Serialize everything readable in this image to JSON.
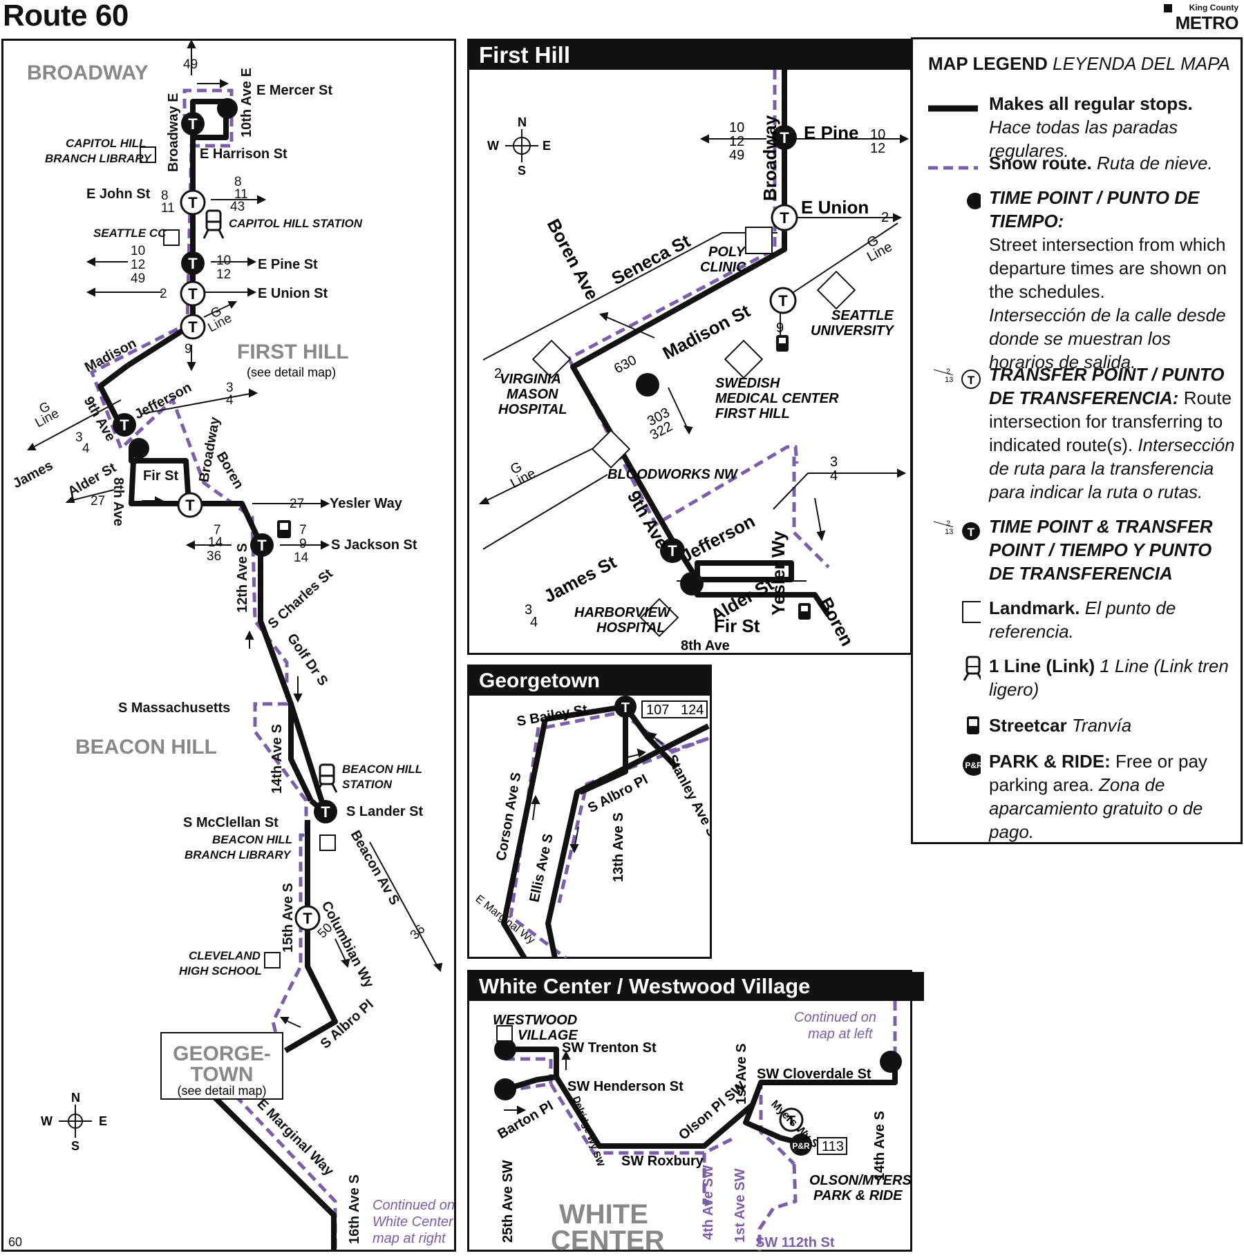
{
  "header": {
    "title": "Route 60",
    "agency_small": "King County",
    "agency_big": "METRO"
  },
  "page_number": "60",
  "colors": {
    "route": "#111111",
    "snow": "#7a5ea8",
    "landmark_text": "#888888"
  },
  "overview_map": {
    "neighborhoods": [
      "BROADWAY",
      "FIRST HILL",
      "BEACON HILL"
    ],
    "first_hill_note": "(see detail map)",
    "georgetown_box": {
      "title": "GEORGE-\nTOWN",
      "title_line1": "GEORGE-",
      "title_line2": "TOWN",
      "note": "(see detail map)"
    },
    "streets": [
      "E Mercer St",
      "10th Ave E",
      "Broadway E",
      "E Harrison St",
      "E John St",
      "E Pine St",
      "E Union St",
      "Madison",
      "9th Ave",
      "Jefferson",
      "James",
      "Alder St",
      "Fir St",
      "8th Ave",
      "Broadway",
      "Boren",
      "Yesler Way",
      "S Jackson St",
      "12th Ave S",
      "S Charles St",
      "Golf Dr S",
      "S Massachusetts",
      "14th Ave S",
      "S Lander St",
      "S McClellan St",
      "Beacon Av S",
      "15th Ave S",
      "Columbian Wy",
      "S Albro Pl",
      "E Marginal Way",
      "16th Ave S"
    ],
    "landmarks": [
      "CAPITOL HILL\nBRANCH LIBRARY",
      "SEATTLE CC",
      "CAPITOL HILL STATION",
      "BEACON HILL\nSTATION",
      "BEACON HILL\nBRANCH LIBRARY",
      "CLEVELAND\nHIGH SCHOOL"
    ],
    "transfer_labels": [
      "49",
      "8",
      "11",
      "8\n11\n43",
      "10\n12\n49",
      "10\n12",
      "2",
      "G\nLine",
      "9",
      "3\n4",
      "27",
      "7\n14\n36",
      "7\n9\n14",
      "50",
      "36"
    ],
    "continued": "Continued on\nWhite Center\nmap at right",
    "compass": {
      "n": "N",
      "s": "S",
      "e": "E",
      "w": "W"
    }
  },
  "first_hill_map": {
    "title": "First Hill",
    "streets": [
      "E Pine",
      "Broadway",
      "E Union",
      "Seneca St",
      "Boren Ave",
      "Madison St",
      "9th Ave",
      "James St",
      "Jefferson",
      "Alder St",
      "Fir St",
      "8th Ave",
      "Yesler Wy",
      "Boren",
      "G Line"
    ],
    "landmarks": [
      "POLY\nCLINIC",
      "SEATTLE\nUNIVERSITY",
      "VIRGINIA\nMASON\nHOSPITAL",
      "SWEDISH\nMEDICAL CENTER\nFIRST HILL",
      "BLOODWORKS NW",
      "HARBORVIEW\nHOSPITAL"
    ],
    "transfer_labels": [
      "10\n12\n49",
      "10\n12",
      "2",
      "9",
      "630",
      "303\n322",
      "3\n4"
    ],
    "compass": {
      "n": "N",
      "s": "S",
      "e": "E",
      "w": "W"
    }
  },
  "georgetown_map": {
    "title": "Georgetown",
    "streets": [
      "S Bailey St",
      "Corson Ave S",
      "Ellis Ave S",
      "13th Ave S",
      "S Albro Pl",
      "Stanley Ave S",
      "E Marginal Wy"
    ],
    "transfer_labels": [
      "107",
      "124"
    ]
  },
  "white_center_map": {
    "title": "White Center / Westwood Village",
    "streets": [
      "SW Trenton St",
      "SW Henderson St",
      "Barton Pl",
      "Delridge Wy SW",
      "SW Roxbury",
      "25th Ave SW",
      "Olson Pl SW",
      "1st Ave S",
      "SW Cloverdale St",
      "Myers Wy S",
      "14th Ave S",
      "4th Ave SW",
      "1st Ave SW",
      "SW 112th St"
    ],
    "landmarks": [
      "WESTWOOD\nVILLAGE",
      "OLSON/MYERS\nPARK & RIDE"
    ],
    "neighborhood": "WHITE\nCENTER",
    "transfer_labels": [
      "113"
    ],
    "continued": "Continued on\nmap at left"
  },
  "legend": {
    "title_en": "MAP LEGEND",
    "title_es": "LEYENDA DEL MAPA",
    "items": [
      {
        "en": "Makes all regular stops.",
        "es": "Hace todas las paradas regulares."
      },
      {
        "en": "Snow route.",
        "es": "Ruta de nieve."
      },
      {
        "en": "TIME POINT / PUNTO DE TIEMPO:",
        "desc": "Street intersection from which departure times are shown on the schedules.",
        "es": "Intersección de la calle desde donde se muestran los horarios de salida."
      },
      {
        "en": "TRANSFER POINT / PUNTO DE TRANSFERENCIA:",
        "desc": "Route intersection for transferring to indicated route(s).",
        "es": "Intersección de ruta para la transferencia para indicar la ruta o rutas."
      },
      {
        "en": "TIME POINT & TRANSFER POINT / TIEMPO Y PUNTO DE TRANSFERENCIA",
        "es": ""
      },
      {
        "en": "Landmark.",
        "es": "El punto de referencia."
      },
      {
        "en": "1 Line (Link)",
        "es": "1 Line (Link tren ligero)"
      },
      {
        "en": "Streetcar",
        "es": "Tranvía"
      },
      {
        "en": "PARK & RIDE:",
        "desc": "Free or pay parking area.",
        "es": "Zona de aparcamiento gratuito o de pago."
      }
    ],
    "sample_transfer": "2\n13",
    "pr_badge": "P&R"
  }
}
